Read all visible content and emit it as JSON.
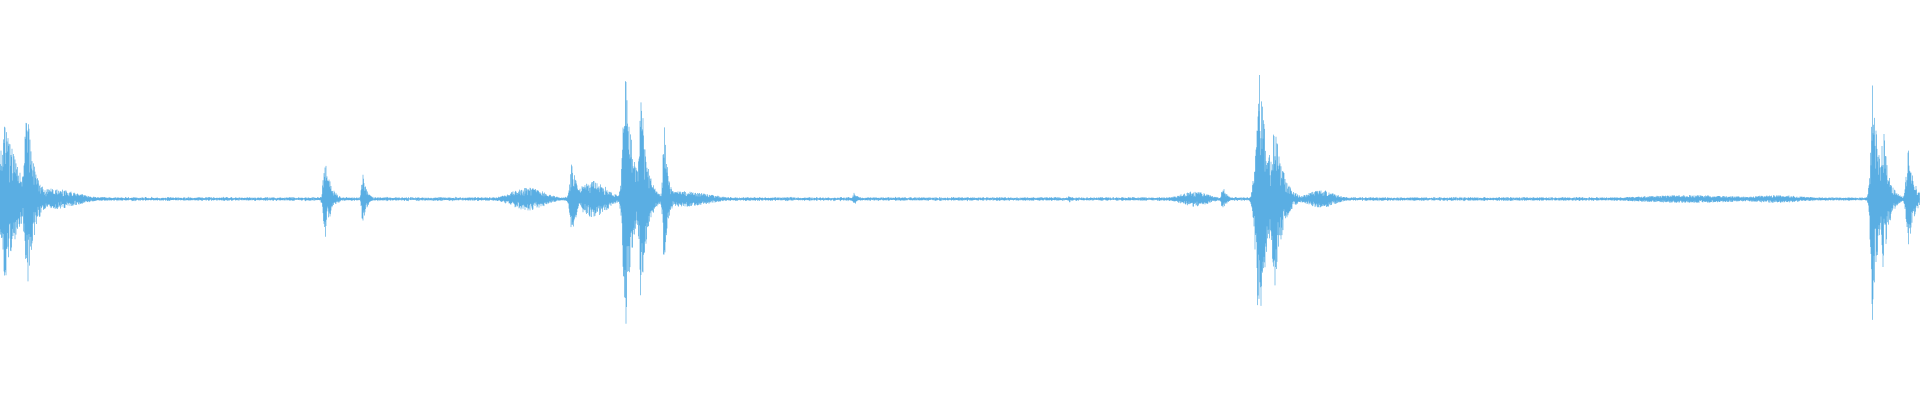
{
  "waveform": {
    "color": "#5aaee3",
    "background": "#ffffff",
    "amplitude_scale": 1.0,
    "baseline_noise": 0.012,
    "bursts": [
      {
        "center": 0.003,
        "width": 0.014,
        "peak": 0.62,
        "decay": "fast"
      },
      {
        "center": 0.0142,
        "width": 0.008,
        "peak": 0.72,
        "decay": "fast"
      },
      {
        "center": 0.027,
        "width": 0.018,
        "peak": 0.08,
        "decay": "slow"
      },
      {
        "center": 0.1695,
        "width": 0.006,
        "peak": 0.3,
        "decay": "fast"
      },
      {
        "center": 0.189,
        "width": 0.004,
        "peak": 0.2,
        "decay": "fast"
      },
      {
        "center": 0.275,
        "width": 0.012,
        "peak": 0.09,
        "decay": "slow"
      },
      {
        "center": 0.298,
        "width": 0.006,
        "peak": 0.28,
        "decay": "fast"
      },
      {
        "center": 0.309,
        "width": 0.01,
        "peak": 0.14,
        "decay": "slow"
      },
      {
        "center": 0.326,
        "width": 0.008,
        "peak": 0.98,
        "decay": "fast"
      },
      {
        "center": 0.334,
        "width": 0.006,
        "peak": 0.88,
        "decay": "fast"
      },
      {
        "center": 0.346,
        "width": 0.004,
        "peak": 0.58,
        "decay": "fast"
      },
      {
        "center": 0.355,
        "width": 0.02,
        "peak": 0.06,
        "decay": "slow"
      },
      {
        "center": 0.445,
        "width": 0.004,
        "peak": 0.05,
        "decay": "fast"
      },
      {
        "center": 0.557,
        "width": 0.003,
        "peak": 0.03,
        "decay": "fast"
      },
      {
        "center": 0.622,
        "width": 0.01,
        "peak": 0.06,
        "decay": "slow"
      },
      {
        "center": 0.637,
        "width": 0.004,
        "peak": 0.1,
        "decay": "fast"
      },
      {
        "center": 0.656,
        "width": 0.01,
        "peak": 0.98,
        "decay": "fast"
      },
      {
        "center": 0.664,
        "width": 0.008,
        "peak": 0.72,
        "decay": "fast"
      },
      {
        "center": 0.688,
        "width": 0.01,
        "peak": 0.07,
        "decay": "slow"
      },
      {
        "center": 0.88,
        "width": 0.04,
        "peak": 0.03,
        "decay": "slow"
      },
      {
        "center": 0.925,
        "width": 0.02,
        "peak": 0.03,
        "decay": "slow"
      },
      {
        "center": 0.9755,
        "width": 0.006,
        "peak": 0.98,
        "decay": "fast"
      },
      {
        "center": 0.981,
        "width": 0.006,
        "peak": 0.55,
        "decay": "fast"
      },
      {
        "center": 0.994,
        "width": 0.006,
        "peak": 0.38,
        "decay": "fast"
      }
    ]
  }
}
